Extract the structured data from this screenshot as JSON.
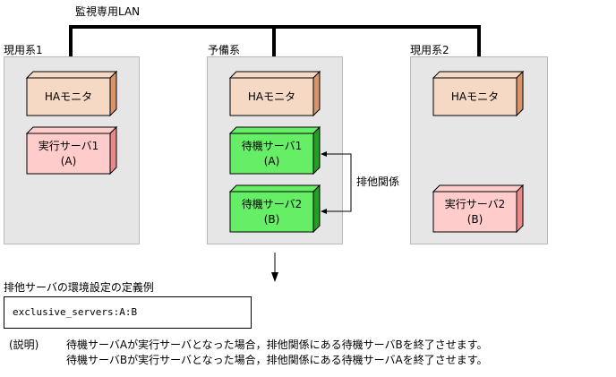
{
  "lan": {
    "label": "監視専用LAN"
  },
  "systems": [
    {
      "label": "現用系1"
    },
    {
      "label": "予備系"
    },
    {
      "label": "現用系2"
    }
  ],
  "boxes": {
    "ha_monitor_1": "HAモニタ",
    "ha_monitor_2": "HAモニタ",
    "ha_monitor_3": "HAモニタ",
    "exec_server_1": {
      "line1": "実行サーバ1",
      "line2": "(A)"
    },
    "standby_server_1": {
      "line1": "待機サーバ1",
      "line2": "(A)"
    },
    "standby_server_2": {
      "line1": "待機サーバ2",
      "line2": "(B)"
    },
    "exec_server_2": {
      "line1": "実行サーバ2",
      "line2": "(B)"
    }
  },
  "exclusive_label": "排他関係",
  "definition": {
    "title": "排他サーバの環境設定の定義例",
    "code": "exclusive_servers:A:B"
  },
  "explanation": {
    "label": "(説明)",
    "line1": "待機サーバAが実行サーバとなった場合，排他関係にある待機サーバBを終了させます。",
    "line2": "待機サーバBが実行サーバとなった場合，排他関係にある待機サーバAを終了させます。"
  },
  "colors": {
    "panel": "#e6e6e6",
    "ha_front": "#f5d9c4",
    "ha_side": "#d9956a",
    "exec_front": "#ffcccc",
    "exec_side": "#e88a8a",
    "standby_front": "#66ee66",
    "standby_side": "#22a022"
  }
}
